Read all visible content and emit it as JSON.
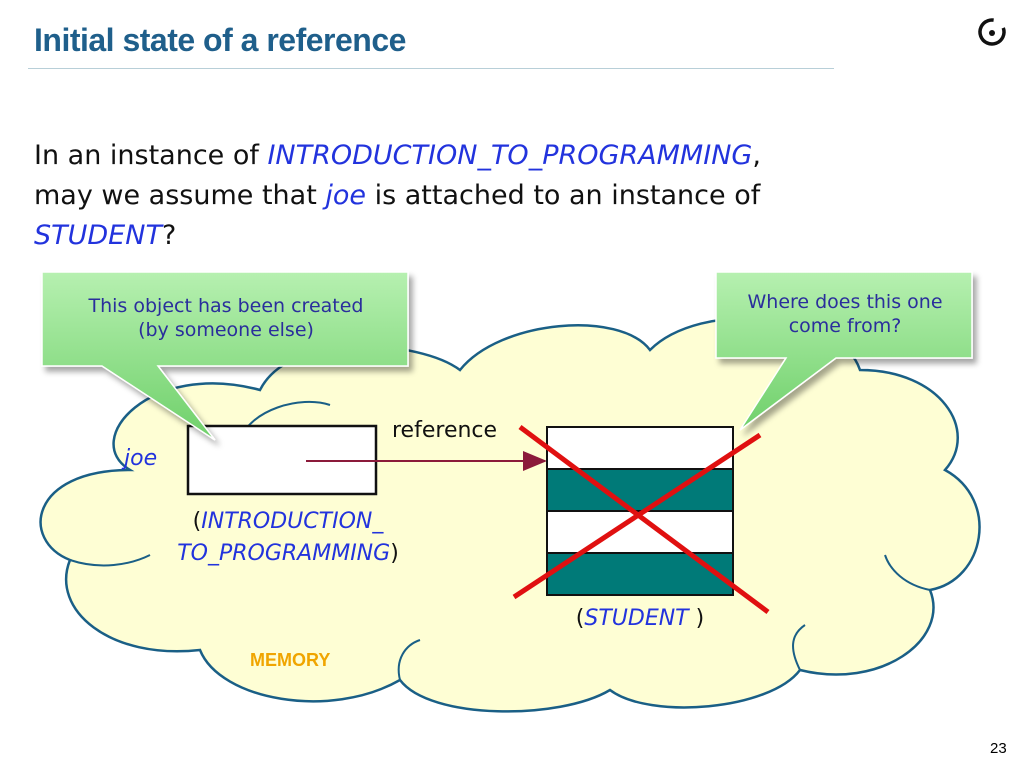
{
  "slide": {
    "title": "Initial state of a reference",
    "page_number": "23"
  },
  "question": {
    "line1_pre": "In an instance of ",
    "line1_class": "INTRODUCTION_TO_PROGRAMMING",
    "line1_post": ",",
    "line2_pre": "may we assume that ",
    "line2_var": "joe",
    "line2_post": " is attached to an instance of",
    "line3_class": "STUDENT",
    "line3_post": "?"
  },
  "callouts": {
    "left": {
      "line1": "This object has been created",
      "line2": "(by someone else)"
    },
    "right": {
      "line1": "Where does this one",
      "line2": "come from?"
    }
  },
  "diagram": {
    "joe_label": "joe",
    "reference_label": "reference",
    "left_object_type_line1_open": "(",
    "left_object_type_line1": "INTRODUCTION_",
    "left_object_type_line2": "TO_PROGRAMMING",
    "left_object_type_line2_close": ")",
    "right_object_type_open": "(",
    "right_object_type": "STUDENT ",
    "right_object_type_close": ")",
    "memory_label": "MEMORY"
  },
  "colors": {
    "title": "#1f5f8b",
    "highlight": "#2233dd",
    "cloud_fill": "#fefed4",
    "callout_fill": "#8fe08c",
    "field_teal": "#007a78",
    "cross_red": "#e01010",
    "arrow": "#8b1a3a",
    "memory_label": "#f0a500"
  }
}
